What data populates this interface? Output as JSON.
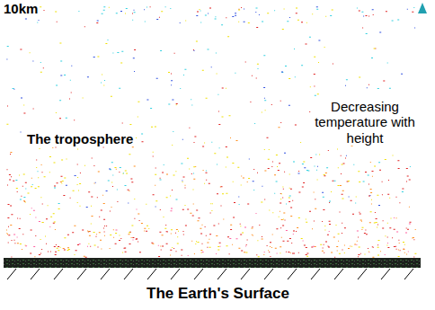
{
  "diagram": {
    "labels": [
      "10km",
      "The troposphere",
      "Decreasing temperature with height",
      "The Earth's Surface"
    ]
  }
}
